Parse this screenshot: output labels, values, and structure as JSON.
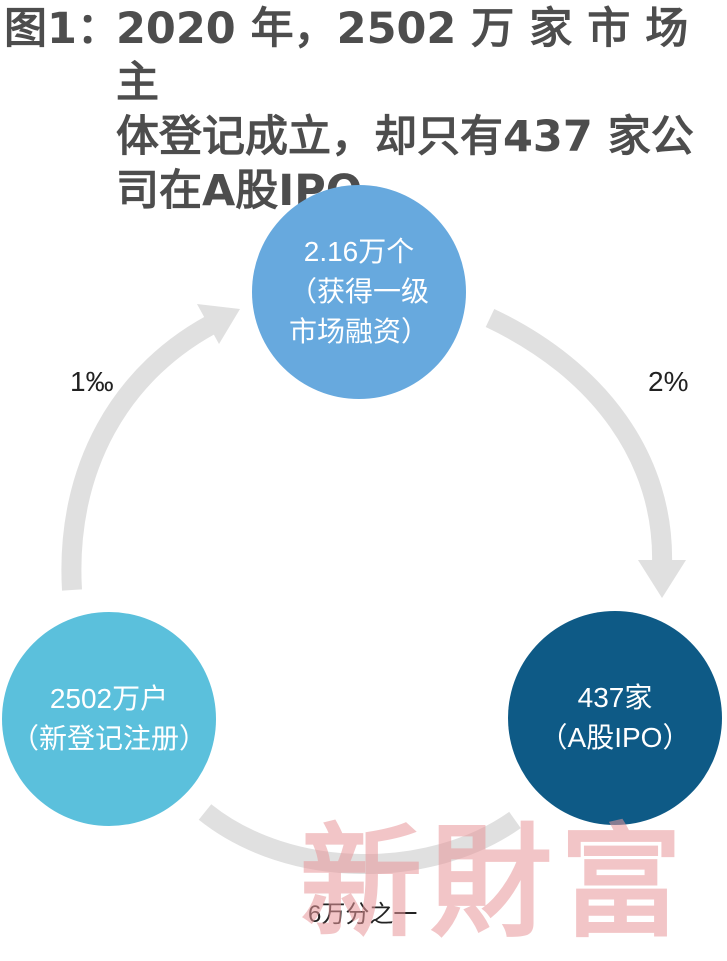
{
  "title": {
    "label": "图1：",
    "line1": "2020 年，2502 万 家 市 场 主",
    "line2": "体登记成立，却只有437 家公",
    "line3": "司在A股IPO"
  },
  "nodes": {
    "top": {
      "value": "2.16万个",
      "note_line1": "（获得一级",
      "note_line2": "市场融资）",
      "color": "#67a9de"
    },
    "left": {
      "value": "2502万户",
      "note": "（新登记注册）",
      "color": "#5bc0dc"
    },
    "right": {
      "value": "437家",
      "note": "（A股IPO）",
      "color": "#0e5a86"
    }
  },
  "rates": {
    "left_to_top": "1‰",
    "top_to_right": "2%",
    "left_to_right": "6万分之一"
  },
  "arrow_color": "#e0e0e0",
  "watermark": "新財富"
}
